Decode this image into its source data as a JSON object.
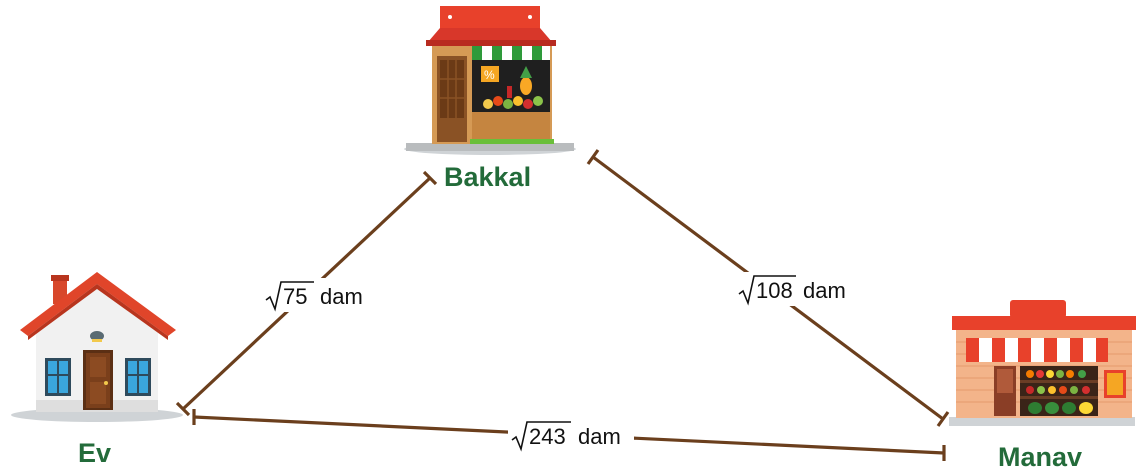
{
  "places": {
    "home": {
      "label": "Ev"
    },
    "grocery": {
      "label": "Bakkal"
    },
    "greengrocer": {
      "label": "Manav"
    }
  },
  "distances": {
    "home_grocery": {
      "radicand": "75",
      "unit": "dam"
    },
    "grocery_greengrocer": {
      "radicand": "108",
      "unit": "dam"
    },
    "home_greengrocer": {
      "radicand": "243",
      "unit": "dam"
    }
  },
  "colors": {
    "label_green": "#236b3a",
    "edge_brown": "#6b3f1d",
    "roof_red": "#e0452a",
    "awning_red": "#e8412b",
    "brick": "#f3b48a"
  },
  "icons": {
    "home": "house-icon",
    "grocery": "grocery-store-icon",
    "greengrocer": "greengrocer-store-icon"
  }
}
